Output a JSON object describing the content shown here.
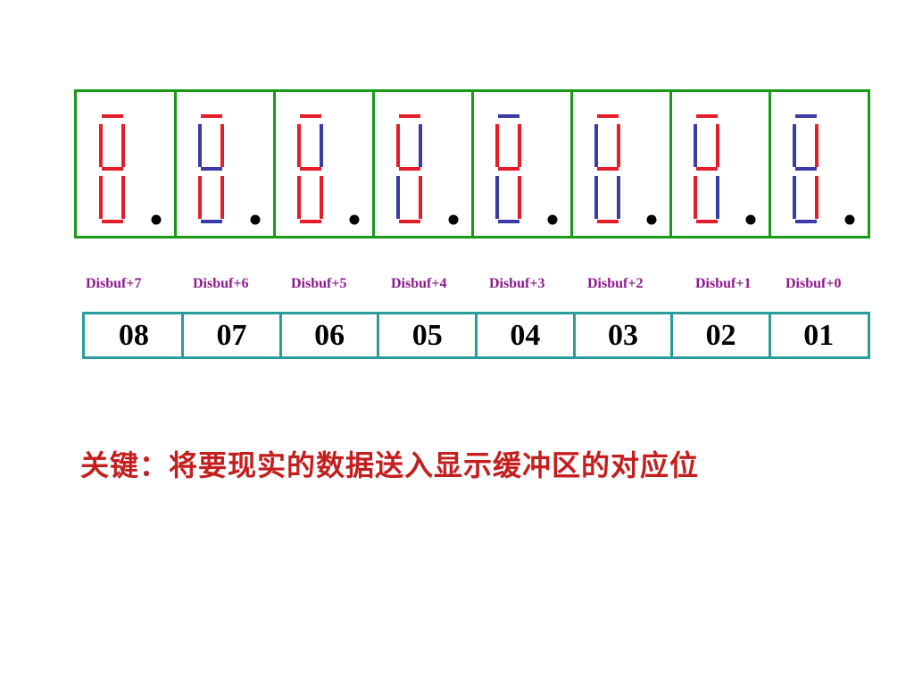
{
  "colors": {
    "seg_red": "#e51d2a",
    "seg_blue": "#3a3aa8",
    "frame_green": "#1a9a1a",
    "buffer_border": "#2a9c9c",
    "label_purple": "#8b1a8b",
    "note_red": "#c41e1e"
  },
  "digits": [
    {
      "index": 7,
      "segs": {
        "a": "red",
        "b": "red",
        "c": "red",
        "d": "red",
        "e": "red",
        "f": "red",
        "g": "red"
      }
    },
    {
      "index": 6,
      "segs": {
        "a": "red",
        "b": "red",
        "c": "red",
        "d": "blue",
        "e": "red",
        "f": "blue",
        "g": "blue"
      }
    },
    {
      "index": 5,
      "segs": {
        "a": "red",
        "b": "blue",
        "c": "red",
        "d": "red",
        "e": "red",
        "f": "red",
        "g": "red"
      }
    },
    {
      "index": 4,
      "segs": {
        "a": "red",
        "b": "blue",
        "c": "red",
        "d": "red",
        "e": "blue",
        "f": "red",
        "g": "red"
      }
    },
    {
      "index": 3,
      "segs": {
        "a": "blue",
        "b": "red",
        "c": "red",
        "d": "blue",
        "e": "blue",
        "f": "red",
        "g": "red"
      }
    },
    {
      "index": 2,
      "segs": {
        "a": "red",
        "b": "red",
        "c": "blue",
        "d": "red",
        "e": "blue",
        "f": "blue",
        "g": "red"
      }
    },
    {
      "index": 1,
      "segs": {
        "a": "red",
        "b": "red",
        "c": "blue",
        "d": "red",
        "e": "red",
        "f": "blue",
        "g": "red"
      }
    },
    {
      "index": 0,
      "segs": {
        "a": "blue",
        "b": "red",
        "c": "red",
        "d": "blue",
        "e": "blue",
        "f": "blue",
        "g": "blue"
      }
    }
  ],
  "labels": [
    "Disbuf+7",
    "Disbuf+6",
    "Disbuf+5",
    "Disbuf+4",
    "Disbuf+3",
    "Disbuf+2",
    "Disbuf+1",
    "Disbuf+0"
  ],
  "buffer": [
    "08",
    "07",
    "06",
    "05",
    "04",
    "03",
    "02",
    "01"
  ],
  "note": "关键：将要现实的数据送入显示缓冲区的对应位"
}
